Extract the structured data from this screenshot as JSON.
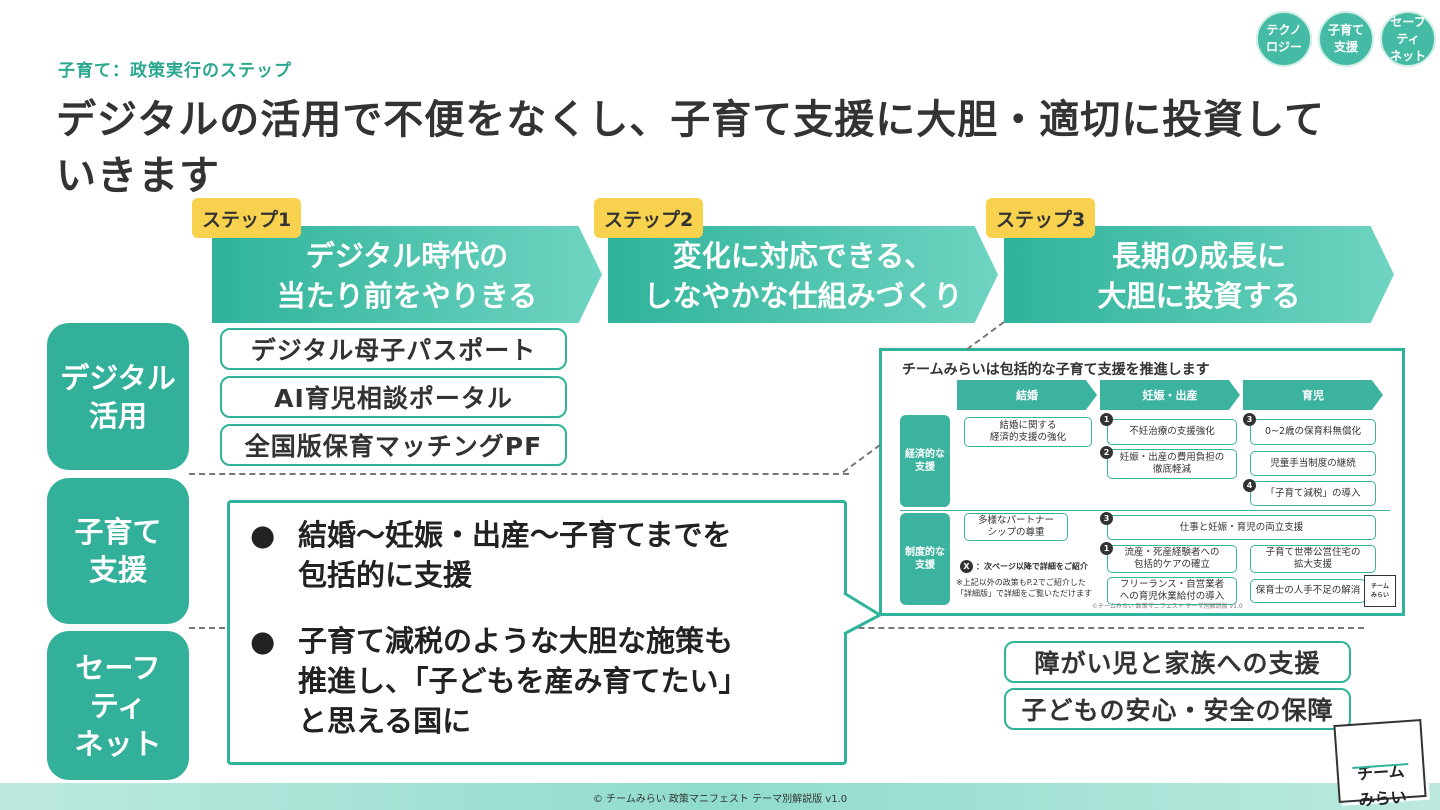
{
  "header": {
    "subtitle": "子育て：政策実行のステップ",
    "headline": "デジタルの活用で不便をなくし、子育て支援に大胆・適切に投資していきます"
  },
  "top_badges": [
    "テクノ\nロジー",
    "子育て\n支援",
    "セーフ\nティ\nネット"
  ],
  "steps": [
    {
      "tag": "ステップ1",
      "title": "デジタル時代の\n当たり前をやりきる"
    },
    {
      "tag": "ステップ2",
      "title": "変化に対応できる、\nしなやかな仕組みづくり"
    },
    {
      "tag": "ステップ3",
      "title": "長期の成長に\n大胆に投資する"
    }
  ],
  "rows": [
    "デジタル\n活用",
    "子育て\n支援",
    "セーフ\nティ\nネット"
  ],
  "digital_items": [
    "デジタル母子パスポート",
    "AI育児相談ポータル",
    "全国版保育マッチングPF"
  ],
  "bubble": {
    "bullets": [
      "結婚〜妊娠・出産〜子育てまでを\n包括的に支援",
      "子育て減税のような大胆な施策も\n推進し、「子どもを産み育てたい」\nと思える国に"
    ],
    "bullet_mark": "●"
  },
  "inset": {
    "title": "チームみらいは包括的な子育て支援を推進します",
    "columns": [
      "結婚",
      "妊娠・出産",
      "育児"
    ],
    "row_labels": [
      "経済的な\n支援",
      "制度的な\n支援"
    ],
    "boxes": {
      "marriage_econ": "結婚に関する\n経済的支援の強化",
      "fertility": "不妊治療の支援強化",
      "birth_cost": "妊娠・出産の費用負担の\n徹底軽減",
      "free_childcare": "0~2歳の保育料無償化",
      "child_allowance": "児童手当制度の継続",
      "tax_cut": "「子育て減税」の導入",
      "partnership": "多様なパートナー\nシップの尊重",
      "work_balance": "仕事と妊娠・育児の両立支援",
      "miscarriage": "流産・死産経験者への\n包括的ケアの確立",
      "housing": "子育て世帯公営住宅の\n拡大支援",
      "freelance": "フリーランス・自営業者\nへの育児休業給付の導入",
      "nursery_staff": "保育士の人手不足の解消"
    },
    "numbers": [
      "1",
      "2",
      "3",
      "4",
      "3",
      "1"
    ],
    "note_mark": "X",
    "note_next": "：次ページ以降で詳細をご紹介",
    "note_other": "※上記以外の政策もP.2でご紹介した\n「詳細版」で詳細をご覧いただけます",
    "footer": "©チームみらい 政策マニフェスト テーマ別解説版 v1.0",
    "logo": "チーム\nみらい"
  },
  "safety_items": [
    "障がい児と家族への支援",
    "子どもの安心・安全の保障"
  ],
  "footer": "© チームみらい 政策マニフェスト テーマ別解説版 v1.0",
  "logo": "チーム\nみらい",
  "colors": {
    "accent": "#2fb39a",
    "tag": "#f8d24f",
    "text": "#333333"
  }
}
